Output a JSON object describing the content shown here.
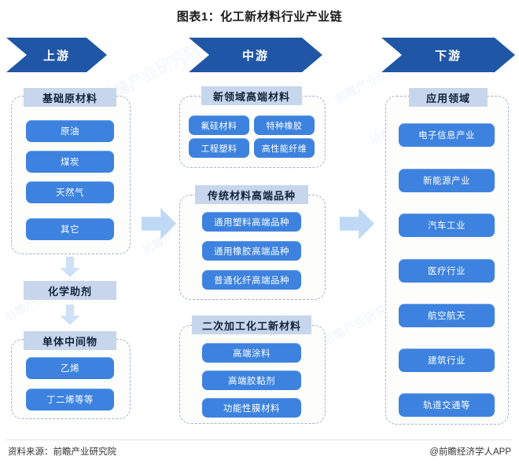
{
  "title": "图表1：化工新材料行业产业链",
  "banners": [
    {
      "label": "上游"
    },
    {
      "label": "中游"
    },
    {
      "label": "下游"
    }
  ],
  "upstream": {
    "raw_materials": {
      "header": "基础原材料",
      "items": [
        "原油",
        "煤炭",
        "天然气",
        "其它"
      ]
    },
    "additives": {
      "label": "化学助剂"
    },
    "monomers": {
      "header": "单体中间物",
      "items": [
        "乙烯",
        "丁二烯等等"
      ]
    }
  },
  "midstream": {
    "new_field": {
      "header": "新领域高端材料",
      "items": [
        "氟硅材料",
        "特种橡胶",
        "工程塑料",
        "高性能纤维"
      ]
    },
    "traditional": {
      "header": "传统材料高端品种",
      "items": [
        "通用塑料高端品种",
        "通用橡胶高端品种",
        "普通化纤高端品种"
      ]
    },
    "secondary": {
      "header": "二次加工化工新材料",
      "items": [
        "高端涂料",
        "高端胶黏剂",
        "功能性膜材料"
      ]
    }
  },
  "downstream": {
    "applications": {
      "header": "应用领域",
      "items": [
        "电子信息产业",
        "新能源产业",
        "汽车工业",
        "医疗行业",
        "航空航天",
        "建筑行业",
        "轨道交通等"
      ]
    }
  },
  "footer": {
    "source": "资料来源：前瞻产业研究院",
    "credit": "@前瞻经济学人APP"
  },
  "watermarks": {
    "a": "前瞻产业研究院",
    "b": "前瞻产业研究院",
    "c": "前瞻产业研究院",
    "d": "前瞻产业研究院",
    "e": "前瞻产业研究院",
    "f": "前瞻产业研究院",
    "g": "前瞻产业研究院"
  },
  "colors": {
    "banner_blue": "#1f56a5",
    "pill_blue": "#3d82de",
    "header_blue": "#c7d6ec",
    "arrow_blue": "#bfd8f5",
    "dash_border": "#9fb4cf"
  }
}
